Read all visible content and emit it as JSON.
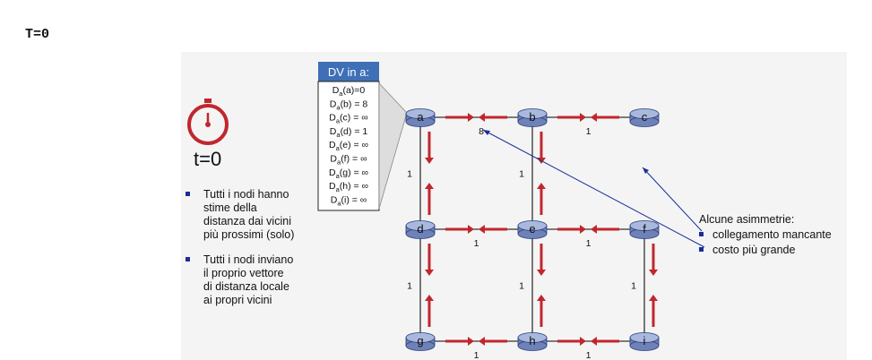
{
  "header": {
    "title": "T=0"
  },
  "clock": {
    "icon": "stopwatch-icon",
    "label": "t=0",
    "color": "#cc2222"
  },
  "bullets": [
    {
      "lines": [
        "Tutti i nodi hanno",
        "stime della",
        "distanza dai vicini",
        "più prossimi (solo)"
      ]
    },
    {
      "lines": [
        "Tutti i nodi inviano",
        "il proprio vettore",
        "di distanza locale",
        "ai propri vicini"
      ]
    }
  ],
  "dv_table": {
    "title": "DV in a:",
    "rows": [
      {
        "d": "D",
        "sub": "a",
        "rest": "(a)=0"
      },
      {
        "d": "D",
        "sub": "a",
        "rest": "(b) = 8"
      },
      {
        "d": "D",
        "sub": "a",
        "rest": "(c) = ∞"
      },
      {
        "d": "D",
        "sub": "a",
        "rest": "(d) = 1"
      },
      {
        "d": "D",
        "sub": "a",
        "rest": "(e) = ∞"
      },
      {
        "d": "D",
        "sub": "a",
        "rest": "(f) = ∞"
      },
      {
        "d": "D",
        "sub": "a",
        "rest": "(g) = ∞"
      },
      {
        "d": "D",
        "sub": "a",
        "rest": "(h) = ∞"
      },
      {
        "d": "D",
        "sub": "a",
        "rest": "(i) = ∞"
      }
    ]
  },
  "graph": {
    "nodes": [
      {
        "id": "a",
        "label": "a"
      },
      {
        "id": "b",
        "label": "b"
      },
      {
        "id": "c",
        "label": "c"
      },
      {
        "id": "d",
        "label": "d"
      },
      {
        "id": "e",
        "label": "e"
      },
      {
        "id": "f",
        "label": "f"
      },
      {
        "id": "g",
        "label": "g"
      },
      {
        "id": "h",
        "label": "h"
      },
      {
        "id": "i",
        "label": "i"
      }
    ],
    "links": [
      {
        "from": "a",
        "to": "b",
        "cost": "8"
      },
      {
        "from": "b",
        "to": "c",
        "cost": "1"
      },
      {
        "from": "a",
        "to": "d",
        "cost": "1"
      },
      {
        "from": "b",
        "to": "e",
        "cost": "1"
      },
      {
        "from": "d",
        "to": "e",
        "cost": "1"
      },
      {
        "from": "e",
        "to": "f",
        "cost": "1"
      },
      {
        "from": "d",
        "to": "g",
        "cost": "1"
      },
      {
        "from": "e",
        "to": "h",
        "cost": "1"
      },
      {
        "from": "f",
        "to": "i",
        "cost": "1"
      },
      {
        "from": "g",
        "to": "h",
        "cost": "1"
      },
      {
        "from": "h",
        "to": "i",
        "cost": "1"
      }
    ]
  },
  "annotation": {
    "title": "Alcune asimmetrie:",
    "items": [
      "collegamento mancante",
      "costo più grande"
    ]
  },
  "colors": {
    "node_fill": "#a9b8dd",
    "node_stroke": "#2a3d7a",
    "arrow": "#c0272d",
    "pointer_line": "#1a2d9a",
    "table_header": "#3e6fb7",
    "bullet": "#1a2d9a"
  }
}
